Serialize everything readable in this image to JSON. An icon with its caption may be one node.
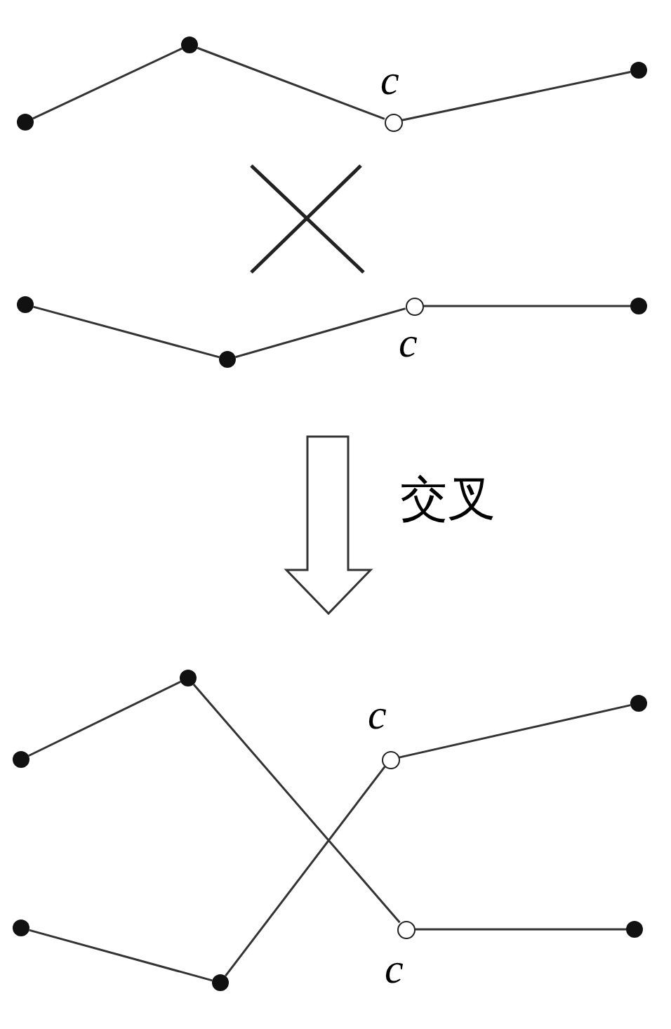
{
  "diagram": {
    "nodes": [
      {
        "text": [],
        "shape": "circle"
      },
      {
        "text": [],
        "shape": "circle"
      },
      {
        "text": [],
        "shape": "circle",
        "beside": [
          "c"
        ]
      },
      {
        "text": [],
        "shape": "circle"
      },
      {
        "text": [],
        "shape": "circle"
      },
      {
        "text": [],
        "shape": "circle"
      },
      {
        "text": [],
        "shape": "circle",
        "beside": [
          "c"
        ]
      },
      {
        "text": [],
        "shape": "circle"
      },
      {
        "text": [],
        "shape": "circle"
      },
      {
        "text": [],
        "shape": "circle"
      },
      {
        "text": [],
        "shape": "circle",
        "beside": [
          "c"
        ]
      },
      {
        "text": [],
        "shape": "circle"
      },
      {
        "text": [],
        "shape": "circle"
      },
      {
        "text": [],
        "shape": "circle"
      },
      {
        "text": [],
        "shape": "circle",
        "beside": [
          "c"
        ]
      },
      {
        "text": [],
        "shape": "circle"
      }
    ],
    "edges": [
      {
        "from": 0,
        "to": 1,
        "arrow": "none"
      },
      {
        "from": 1,
        "to": 2,
        "arrow": "none"
      },
      {
        "from": 2,
        "to": 3,
        "arrow": "none"
      },
      {
        "from": 4,
        "to": 5,
        "arrow": "none"
      },
      {
        "from": 5,
        "to": 6,
        "arrow": "none"
      },
      {
        "from": 6,
        "to": 7,
        "arrow": "none"
      },
      {
        "from": 8,
        "to": 9,
        "arrow": "none"
      },
      {
        "from": 9,
        "to": 14,
        "arrow": "none"
      },
      {
        "from": 14,
        "to": 15,
        "arrow": "none"
      },
      {
        "from": 12,
        "to": 13,
        "arrow": "none"
      },
      {
        "from": 13,
        "to": 10,
        "arrow": "none"
      },
      {
        "from": 10,
        "to": 11,
        "arrow": "none"
      }
    ],
    "labels": [
      "交叉"
    ]
  }
}
